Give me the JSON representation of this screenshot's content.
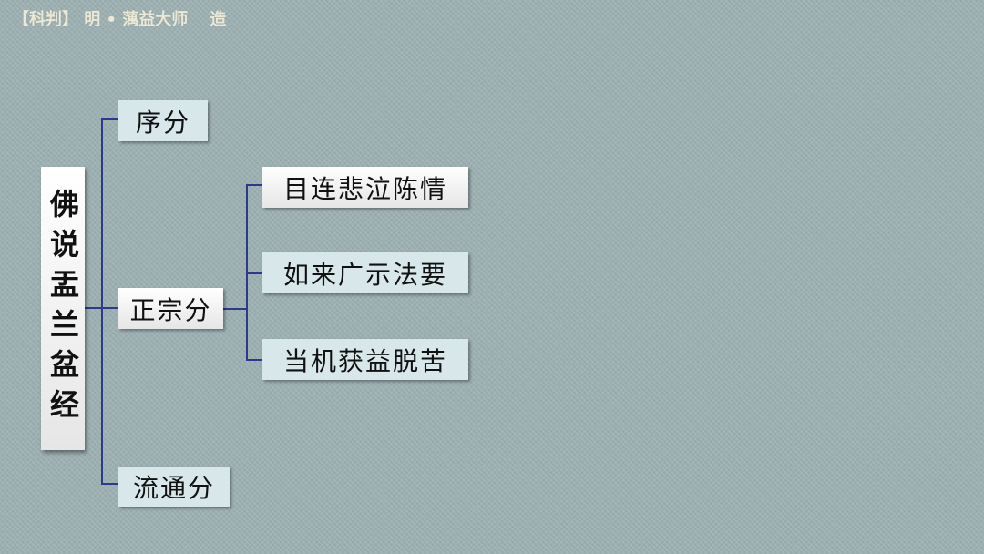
{
  "header": {
    "title": "【科判】 明 • 蕅益大师",
    "suffix": "造"
  },
  "root": {
    "label": "佛说盂兰盆经"
  },
  "branches": [
    {
      "label": "序分"
    },
    {
      "label": "正宗分",
      "children": [
        {
          "label": "目连悲泣陈情"
        },
        {
          "label": "如来广示法要"
        },
        {
          "label": "当机获益脱苦"
        }
      ]
    },
    {
      "label": "流通分"
    }
  ],
  "colors": {
    "background": "#9fb2b4",
    "line": "#2c3a8c",
    "box_light": "#d7e7ea",
    "box_white": "#f6f6f6",
    "text": "#111111",
    "header_text": "#ece8d6"
  }
}
